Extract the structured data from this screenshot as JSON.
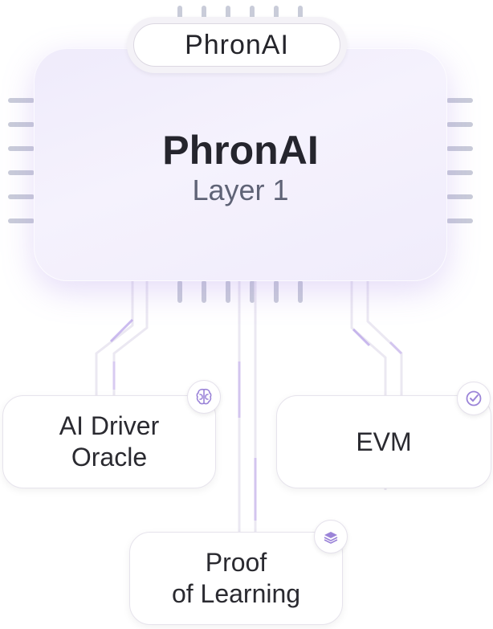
{
  "brand": {
    "logo_text": "PhronAI"
  },
  "core": {
    "title": "PhronAI",
    "subtitle": "Layer 1"
  },
  "nodes": {
    "ai_driver_oracle": {
      "label": "AI Driver\nOracle",
      "icon": "brain-icon"
    },
    "evm": {
      "label": "EVM",
      "icon": "check-badge-icon"
    },
    "proof_of_learning": {
      "label": "Proof\nof Learning",
      "icon": "layers-icon"
    }
  },
  "colors": {
    "pin": "#c9ccd9",
    "trace": "#ebe8f2",
    "accent": "#a58be0",
    "text": "#25252d",
    "subtitle": "#5f6376"
  }
}
